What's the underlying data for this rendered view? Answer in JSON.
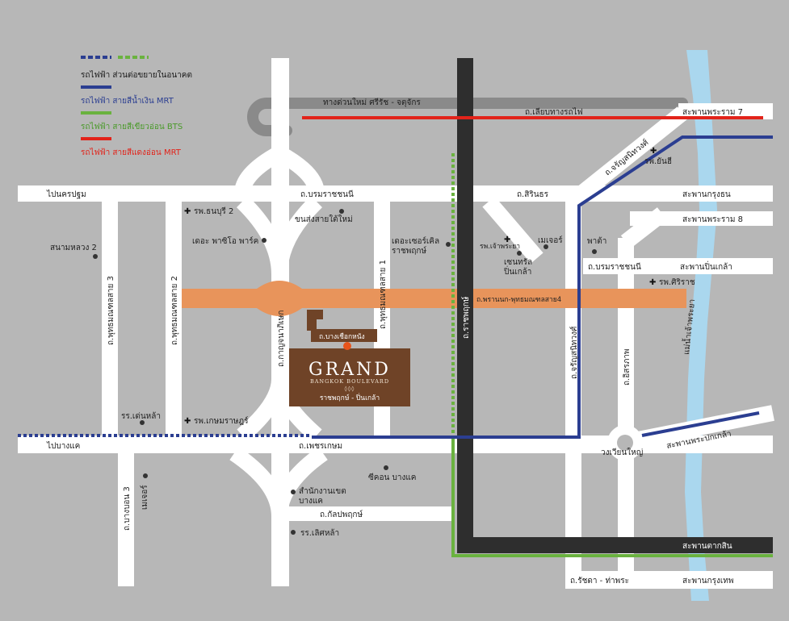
{
  "legend": {
    "future": "รถไฟฟ้า ส่วนต่อขยายในอนาคต",
    "mrt_blue": "รถไฟฟ้า สายสีน้ำเงิน MRT",
    "bts_green": "รถไฟฟ้า สายสีเขียวอ่อน BTS",
    "mrt_red": "รถไฟฟ้า สายสีแดงอ่อน MRT",
    "colors": {
      "blue": "#2b3e91",
      "green": "#6ab23f",
      "red": "#e2231a"
    }
  },
  "roads": {
    "expressway": "ทางด่วนใหม่ ศรีรัช - จตุจักร",
    "liap_thang_rotfai": "ถ.เลียบทางรถไฟ",
    "boromratchachonnee": "ถ.บรมราชชนนี",
    "sirindhorn": "ถ.สิรินธร",
    "charansanitwong_top": "ถ.จรัญสนิทวงศ์",
    "pinklao_nakhonchaisri": "ถ.พรานนก-พุทธมณฑลสาย4",
    "boromratchachonnee_lower": "ถ.บรมราชชนนี",
    "phetkasem": "ถ.เพชรเกษม",
    "kanlapaphruek": "ถ.กัลปพฤกษ์",
    "kanchanaphisek": "ถ.กาญจนาภิเษก",
    "phutthamonthon_1": "ถ.พุทธมณฑลสาย 1",
    "phutthamonthon_2": "ถ.พุทธมณฑลสาย 2",
    "phutthamonthon_3": "ถ.พุทธมณฑลสาย 3",
    "ratchaphruek": "ถ.ราชพฤกษ์",
    "charansanitwong": "ถ.จรัญสนิทวงศ์",
    "itsaraphap": "ถ.อิสรภาพ",
    "bang_chueak_nang": "ถ.บางเชือกหนัง",
    "bang_bon_3": "ถ.บางบอน 3",
    "ratchada_thaphra": "ถ.รัชดา - ท่าพระ",
    "to_nakhon_pathom": "ไปนครปฐม",
    "to_bang_khae": "ไปบางแค",
    "wongwian_yai": "วงเวียนใหญ่"
  },
  "bridges": {
    "rama7": "สะพานพระราม 7",
    "krung_thon": "สะพานกรุงธน",
    "rama8": "สะพานพระราม 8",
    "pinklao": "สะพานปิ่นเกล้า",
    "phrapokklao": "สะพานพระปกเกล้า",
    "taksin": "สะพานตากสิน",
    "krungthep": "สะพานกรุงเทพ"
  },
  "river": "แม่น้ำเจ้าพระยา",
  "places": {
    "yanhee": "รพ.ยันฮี",
    "thonburi2": "รพ.ธนบุรี 2",
    "southern_bus": "ขนส่งสายใต้ใหม่",
    "the_paseo": "เดอะ พาซิโอ พาร์ค",
    "sanam_luang2": "สนามหลวง 2",
    "circle": "เดอะเซอร์เคิล",
    "circle2": "ราชพฤกษ์",
    "chaophraya_hosp": "รพ.เจ้าพระยา",
    "major_top": "เมเจอร์",
    "central": "เซนทรัล",
    "central2": "ปิ่นเกล้า",
    "pata": "พาต้า",
    "siriraj": "รพ.ศิริราช",
    "dennla": "รร.เด่นหล้า",
    "kasemrad": "รพ.เกษมราษฎร์",
    "seacon": "ซีคอน บางแค",
    "district": "สำนักงานเขต",
    "district2": "บางแค",
    "major_bottom": "เมเจอร์",
    "lertla": "รร.เลิศหล้า"
  },
  "project": {
    "title": "GRAND",
    "subtitle": "BANGKOK BOULEVARD",
    "location": "ราชพฤกษ์ - ปิ่นเกล้า"
  }
}
